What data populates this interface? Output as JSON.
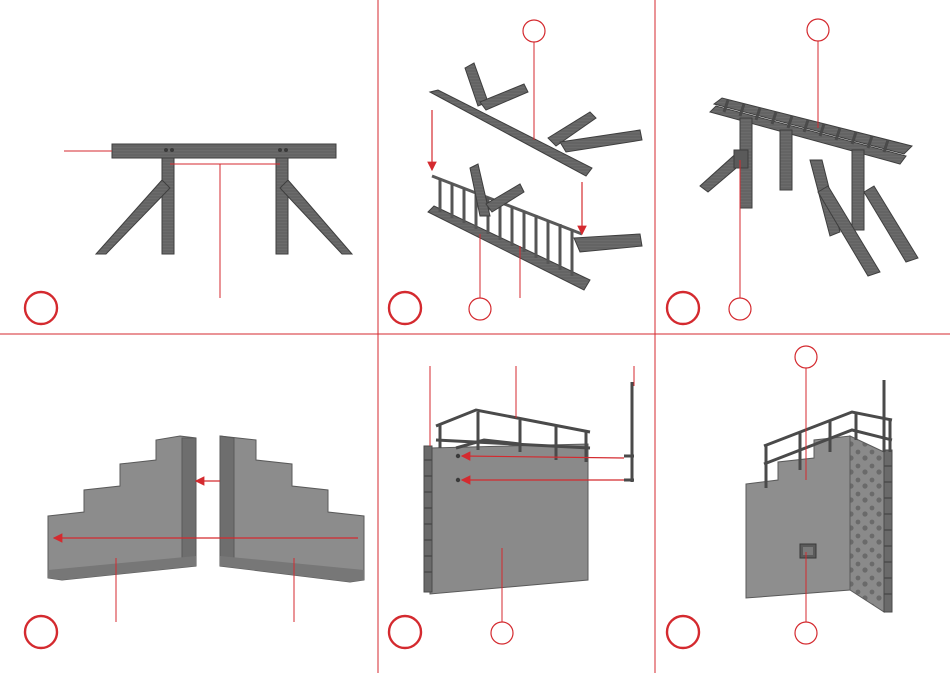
{
  "sheet": {
    "accent_color": "#d42a2f",
    "part_color": "#6b6b6b",
    "part_dark": "#4a4a4a",
    "part_light": "#9a9a9a",
    "background": "#ffffff"
  },
  "steps": [
    {
      "id": "step-1",
      "description_icon": "trestle-frame",
      "step_number": ""
    },
    {
      "id": "step-2",
      "description_icon": "bridge-deck-assembly",
      "step_number": ""
    },
    {
      "id": "step-3",
      "description_icon": "trestle-with-deck",
      "step_number": ""
    },
    {
      "id": "step-4",
      "description_icon": "stepped-wall-halves",
      "step_number": ""
    },
    {
      "id": "step-5",
      "description_icon": "wall-with-railing-and-ladder",
      "step_number": ""
    },
    {
      "id": "step-6",
      "description_icon": "finished-wall-with-plate",
      "step_number": ""
    }
  ]
}
